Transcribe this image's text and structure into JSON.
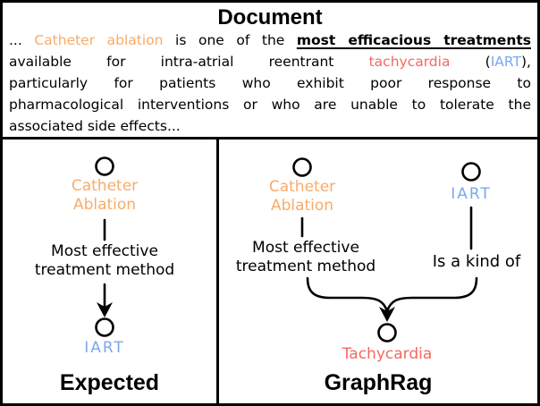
{
  "colors": {
    "orange": "#F8AC68",
    "red": "#F4695F",
    "blue": "#7AA8EE",
    "line": "#000000"
  },
  "document": {
    "title": "Document",
    "lines": [
      {
        "segments": [
          {
            "text": "... ",
            "style": "plain"
          },
          {
            "text": "Catheter ablation",
            "style": "orange"
          },
          {
            "text": " is one of the ",
            "style": "plain"
          },
          {
            "text": "most efficacious treatments",
            "style": "bold-underline"
          }
        ]
      },
      {
        "segments": [
          {
            "text": "available for intra-atrial reentrant ",
            "style": "plain"
          },
          {
            "text": "tachycardia",
            "style": "red"
          },
          {
            "text": " (",
            "style": "plain"
          },
          {
            "text": "IART",
            "style": "blue"
          },
          {
            "text": "),",
            "style": "plain"
          }
        ]
      },
      {
        "segments": [
          {
            "text": "particularly for patients who exhibit poor response to",
            "style": "plain"
          }
        ]
      },
      {
        "segments": [
          {
            "text": "pharmacological interventions or who are unable to tolerate the",
            "style": "plain"
          }
        ]
      },
      {
        "segments": [
          {
            "text": "associated side effects...",
            "style": "plain"
          }
        ]
      }
    ]
  },
  "expected_panel": {
    "title": "Expected",
    "node_top_line1": "Catheter",
    "node_top_line2": "Ablation",
    "edge_line1": "Most effective",
    "edge_line2": "treatment method",
    "node_bottom": "IART"
  },
  "graphrag_panel": {
    "title": "GraphRag",
    "node_left_line1": "Catheter",
    "node_left_line2": "Ablation",
    "node_right": "IART",
    "edge_left_line1": "Most effective",
    "edge_left_line2": "treatment method",
    "edge_right": "Is a kind of",
    "node_bottom": "Tachycardia"
  }
}
